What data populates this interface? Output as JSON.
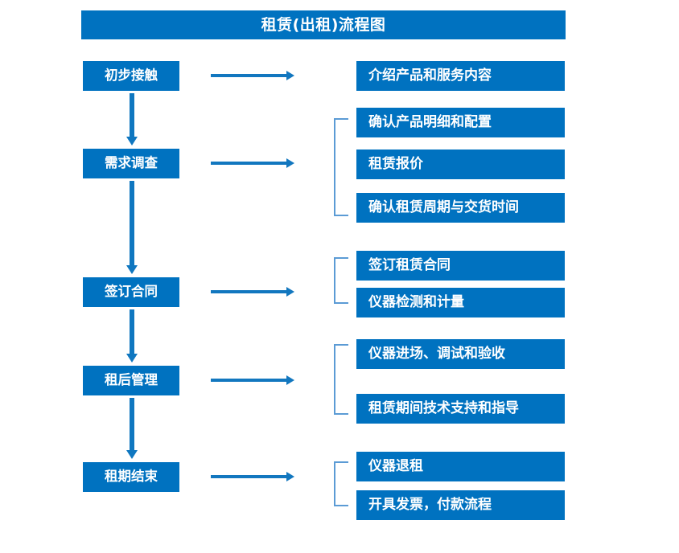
{
  "header": {
    "title": "租赁(出租)流程图"
  },
  "theme": {
    "box_fill": "#0072c0",
    "box_text": "#ffffff",
    "arrow_color": "#1277bf",
    "bracket_color": "#5b9bd5",
    "background": "#ffffff"
  },
  "flow": {
    "stages": [
      {
        "id": "stage-1",
        "label": "初步接触"
      },
      {
        "id": "stage-2",
        "label": "需求调查"
      },
      {
        "id": "stage-3",
        "label": "签订合同"
      },
      {
        "id": "stage-4",
        "label": "租后管理"
      },
      {
        "id": "stage-5",
        "label": "租期结束"
      }
    ],
    "details": [
      {
        "id": "detail-1",
        "label": "介绍产品和服务内容"
      },
      {
        "id": "detail-2",
        "label": "确认产品明细和配置"
      },
      {
        "id": "detail-3",
        "label": "租赁报价"
      },
      {
        "id": "detail-4",
        "label": "确认租赁周期与交货时间"
      },
      {
        "id": "detail-5",
        "label": "签订租赁合同"
      },
      {
        "id": "detail-6",
        "label": "仪器检测和计量"
      },
      {
        "id": "detail-7",
        "label": "仪器进场、调试和验收"
      },
      {
        "id": "detail-8",
        "label": "租赁期间技术支持和指导"
      },
      {
        "id": "detail-9",
        "label": "仪器退租"
      },
      {
        "id": "detail-10",
        "label": "开具发票，付款流程"
      }
    ],
    "groups": [
      {
        "id": "group-1",
        "stage": "需求调查",
        "members": [
          "确认产品明细和配置",
          "租赁报价",
          "确认租赁周期与交货时间"
        ]
      },
      {
        "id": "group-2",
        "stage": "签订合同",
        "members": [
          "签订租赁合同",
          "仪器检测和计量"
        ]
      },
      {
        "id": "group-3",
        "stage": "租后管理",
        "members": [
          "仪器进场、调试和验收",
          "租赁期间技术支持和指导"
        ]
      },
      {
        "id": "group-4",
        "stage": "租期结束",
        "members": [
          "仪器退租",
          "开具发票，付款流程"
        ]
      }
    ],
    "connectors": {
      "vertical_count": 4,
      "horizontal_count": 5
    }
  }
}
